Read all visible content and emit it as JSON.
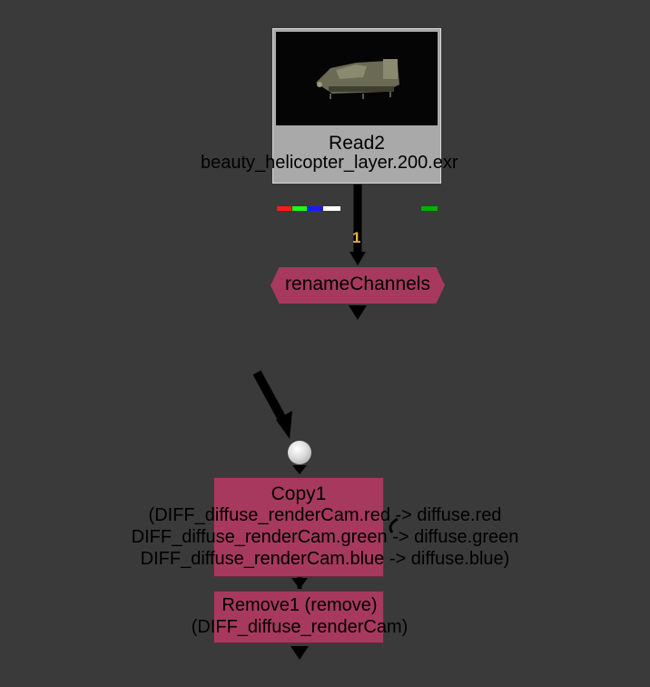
{
  "read_node": {
    "title": "Read2",
    "file": "beauty_helicopter_layer.200.exr",
    "thumbnail": "helicopter-render",
    "channel_colors": [
      "#ff1a1a",
      "#1aff1a",
      "#1a1aff",
      "#ffffff"
    ],
    "extra_channel_color": "#00b000"
  },
  "input_label": "1",
  "rename_node": {
    "title": "renameChannels"
  },
  "copy_node": {
    "title": "Copy1",
    "lines": [
      "(DIFF_diffuse_renderCam.red -> diffuse.red",
      "DIFF_diffuse_renderCam.green -> diffuse.green",
      "DIFF_diffuse_renderCam.blue -> diffuse.blue)"
    ]
  },
  "remove_node": {
    "lines": [
      "Remove1 (remove)",
      "(DIFF_diffuse_renderCam)"
    ]
  },
  "colors": {
    "background": "#3a3a3a",
    "node_pink": "#a7395f",
    "read_node_gray": "#a9a9a9",
    "input_label": "#f0b040"
  }
}
